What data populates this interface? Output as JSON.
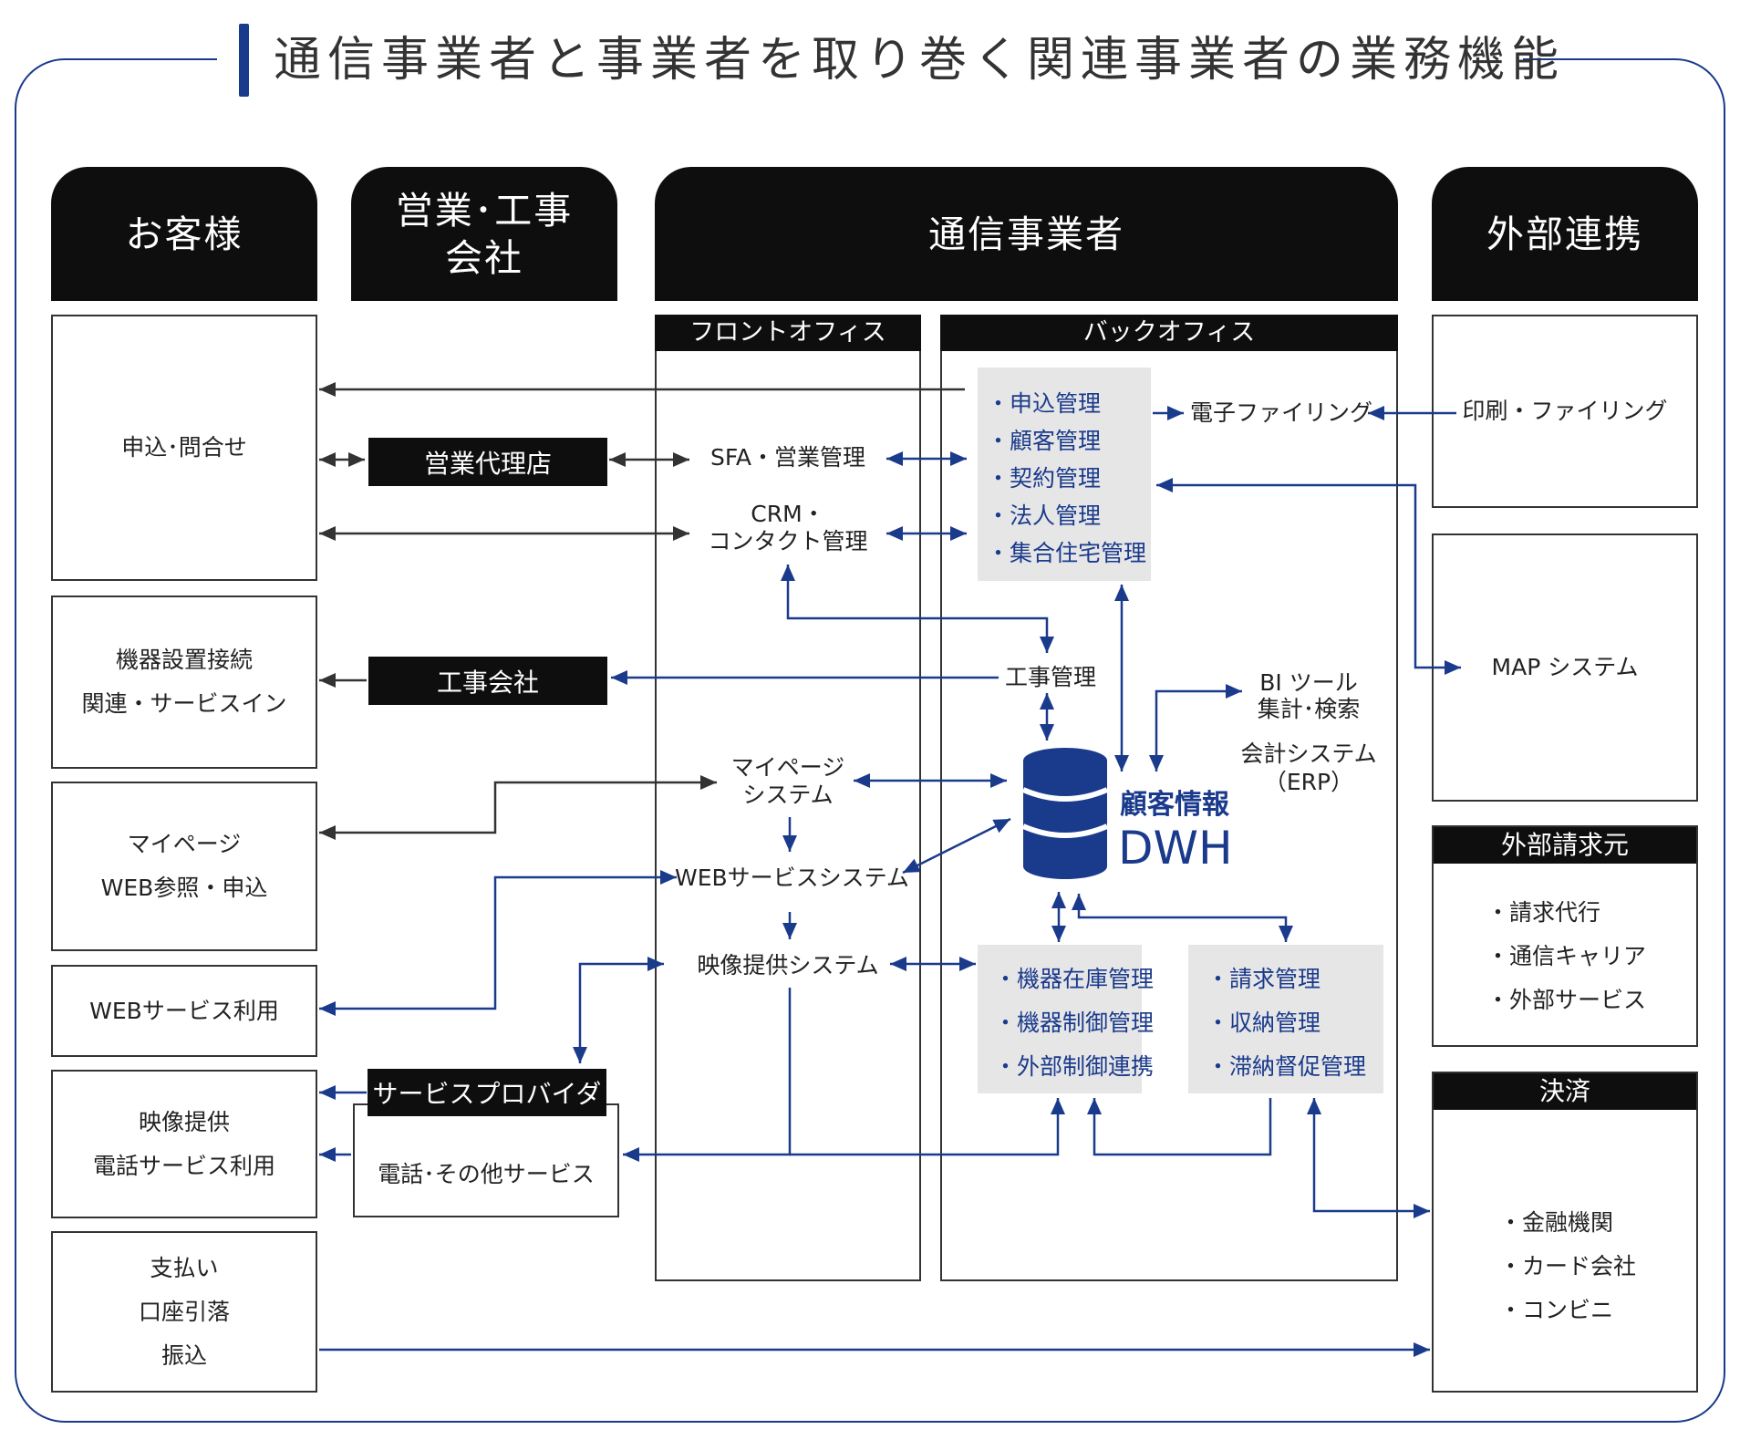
{
  "title": "通信事業者と事業者を取り巻く関連事業者の業務機能",
  "headers": {
    "customer": "お客様",
    "sales_construction": "営業･工事\n会社",
    "carrier": "通信事業者",
    "external": "外部連携"
  },
  "customer_boxes": [
    {
      "lines": [
        "申込･問合せ"
      ]
    },
    {
      "lines": [
        "機器設置接続",
        "関連・サービスイン"
      ]
    },
    {
      "lines": [
        "マイページ",
        "WEB参照・申込"
      ]
    },
    {
      "lines": [
        "WEBサービス利用"
      ]
    },
    {
      "lines": [
        "映像提供",
        "電話サービス利用"
      ]
    },
    {
      "lines": [
        "支払い",
        "口座引落",
        "振込"
      ]
    }
  ],
  "middle": {
    "sales_agent": "営業代理店",
    "construction_company": "工事会社",
    "service_provider": "サービスプロバイダ",
    "phone_service": "電話･その他サービス"
  },
  "front_office": {
    "title": "フロントオフィス",
    "sfa": "SFA・営業管理",
    "crm_1": "CRM・",
    "crm_2": "コンタクト管理",
    "mypage_1": "マイページ",
    "mypage_2": "システム",
    "web_service": "WEBサービスシステム",
    "video": "映像提供システム"
  },
  "back_office": {
    "title": "バックオフィス",
    "mgmt_items": [
      "・申込管理",
      "・顧客管理",
      "・契約管理",
      "・法人管理",
      "・集合住宅管理"
    ],
    "e_filing": "電子ファイリング",
    "construction_mgmt": "工事管理",
    "bi_1": "BI ツール",
    "bi_2": "集計･検索",
    "accounting_1": "会計システム",
    "accounting_2": "（ERP）",
    "dwh_1": "顧客情報",
    "dwh_2": "DWH",
    "device_items": [
      "・機器在庫管理",
      "・機器制御管理",
      "・外部制御連携"
    ],
    "billing_items": [
      "・請求管理",
      "・収納管理",
      "・滞納督促管理"
    ]
  },
  "external": {
    "print_filing": "印刷・ファイリング",
    "map_system": "MAP システム",
    "billing_source": {
      "title": "外部請求元",
      "items": [
        "・請求代行",
        "・通信キャリア",
        "・外部サービス"
      ]
    },
    "settlement": {
      "title": "決済",
      "items": [
        "・金融機関",
        "・カード会社",
        "・コンビニ"
      ]
    }
  },
  "colors": {
    "accent": "#1a3a8c",
    "header": "#0e0e0e",
    "gray_panel": "#e6e6e6",
    "line_black": "#333333"
  }
}
